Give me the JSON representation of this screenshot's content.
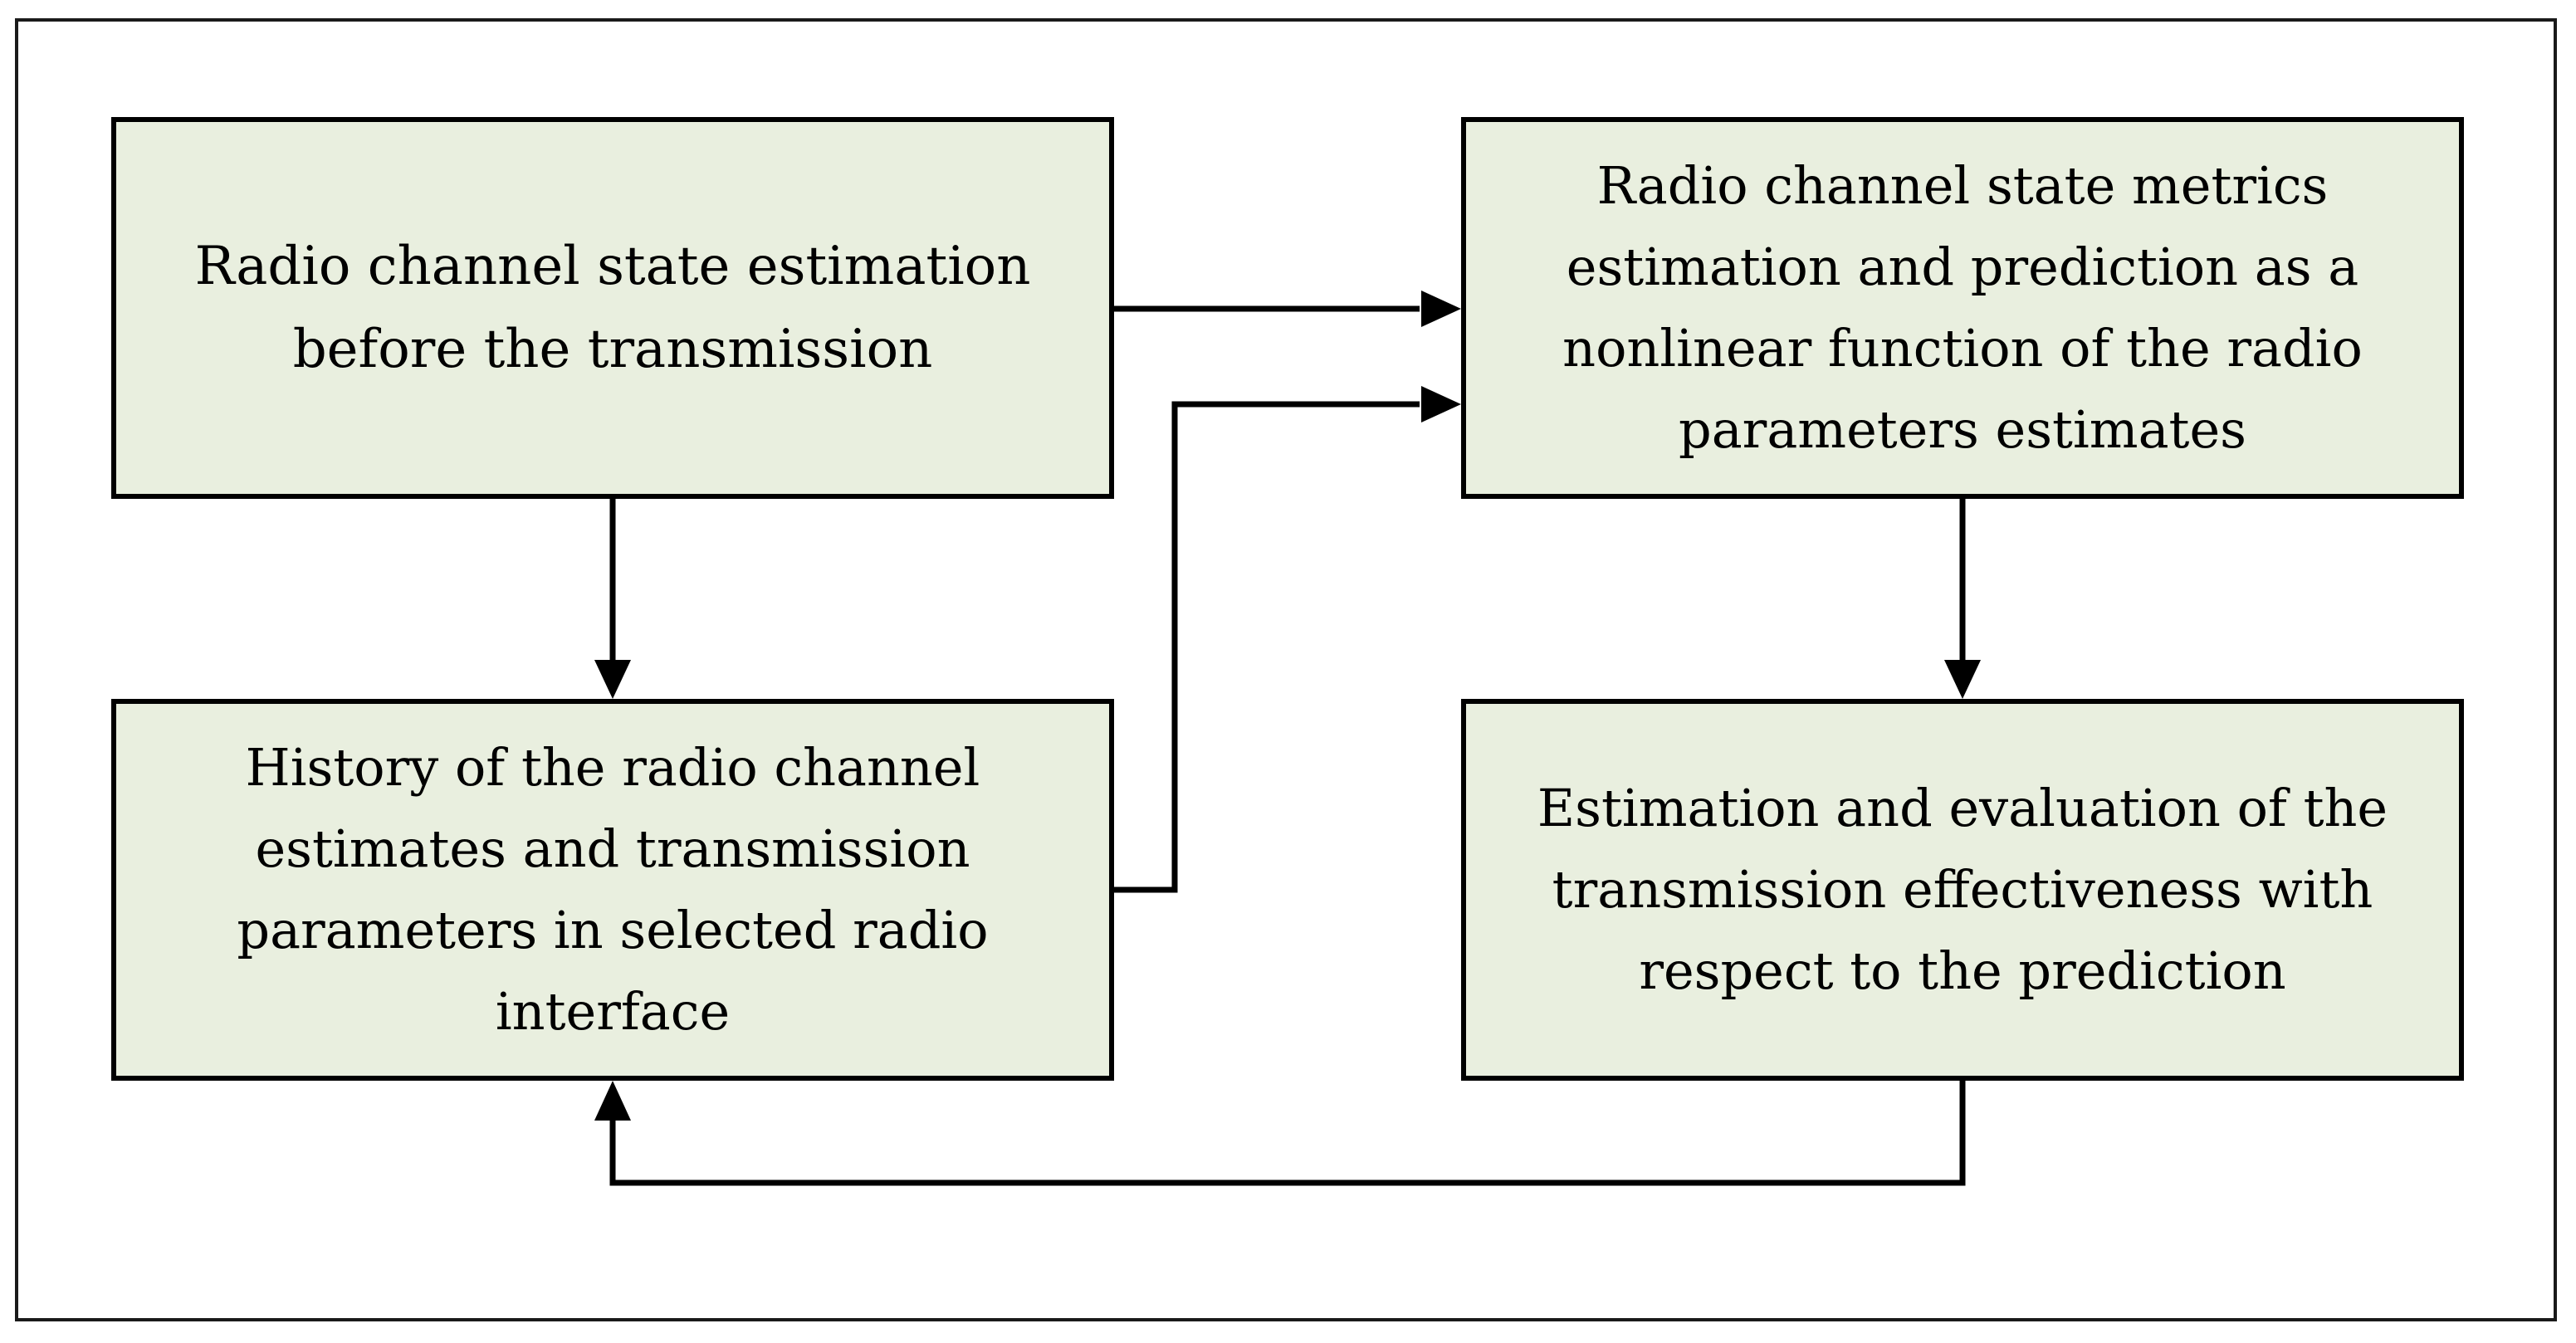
{
  "diagram": {
    "boxes": {
      "channel_state_estimation": "Radio channel state estimation before the transmission",
      "metrics_estimation_prediction": "Radio channel state metrics estimation and prediction as a nonlinear function of the radio parameters estimates",
      "history": "History of the radio channel estimates and transmission parameters in selected radio interface",
      "effectiveness_evaluation": "Estimation and evaluation of the transmission effectiveness with respect to the prediction"
    },
    "colors": {
      "box_fill": "#e9efdf",
      "stroke": "#000000"
    },
    "connections": [
      {
        "from": "channel_state_estimation",
        "to": "metrics_estimation_prediction"
      },
      {
        "from": "channel_state_estimation",
        "to": "history"
      },
      {
        "from": "history",
        "to": "metrics_estimation_prediction"
      },
      {
        "from": "metrics_estimation_prediction",
        "to": "effectiveness_evaluation"
      },
      {
        "from": "effectiveness_evaluation",
        "to": "history"
      }
    ]
  }
}
